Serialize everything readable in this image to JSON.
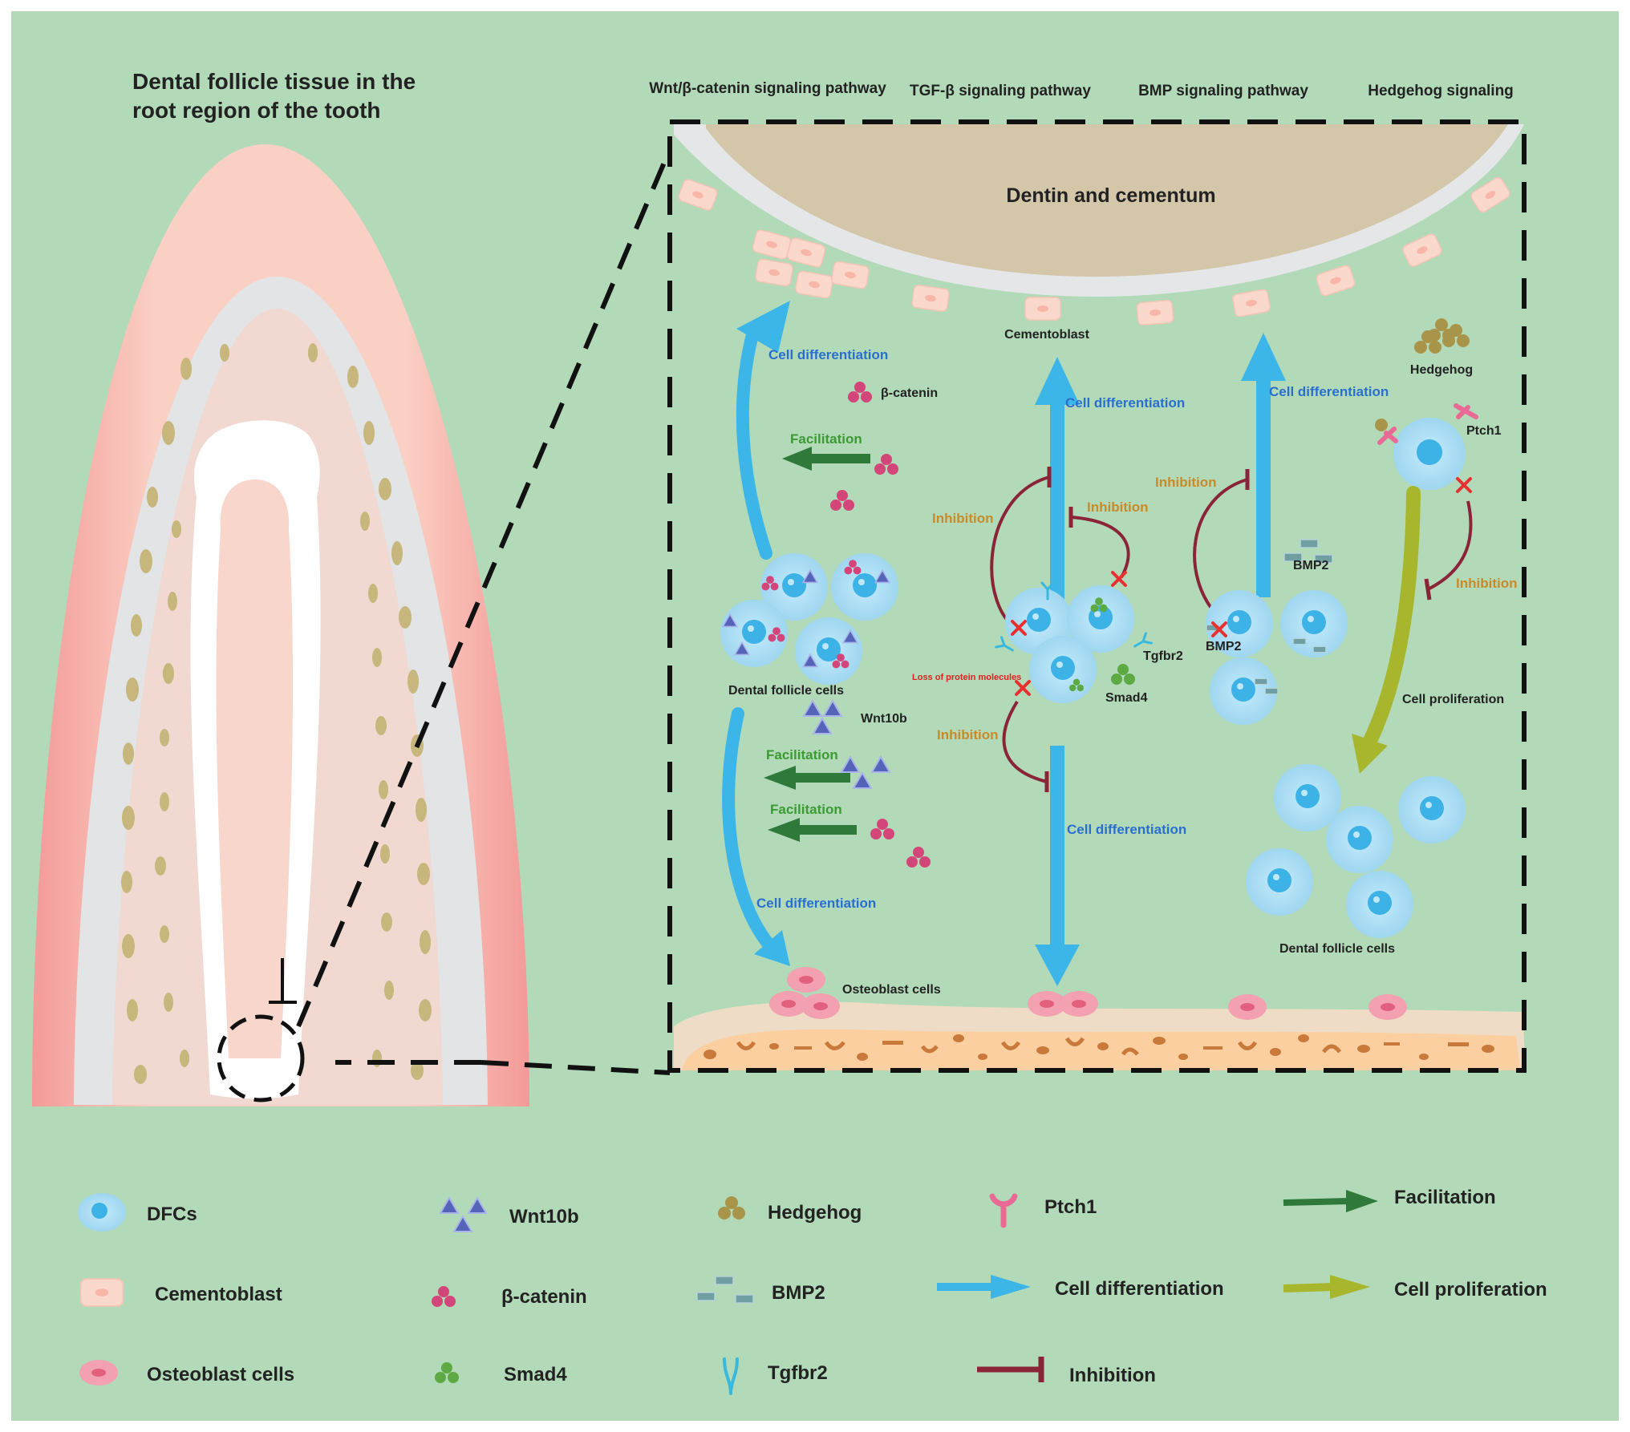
{
  "title": "Dental follicle tissue in the root region of the tooth",
  "title_lines": [
    "Dental follicle tissue in the",
    "root region of the tooth"
  ],
  "pathways": {
    "wnt": "Wnt/β-catenin signaling pathway",
    "tgf": "TGF-β signaling pathway",
    "bmp": "BMP signaling pathway",
    "hedgehog": "Hedgehog signaling"
  },
  "labels": {
    "dentin": "Dentin and cementum",
    "cementoblast": "Cementoblast",
    "cell_differentiation": "Cell differentiation",
    "beta_catenin": "β-catenin",
    "facilitation": "Facilitation",
    "inhibition": "Inhibition",
    "dental_follicle_cells": "Dental follicle cells",
    "wnt10b": "Wnt10b",
    "osteoblast_cells": "Osteoblast cells",
    "tgfbr2": "Tgfbr2",
    "smad4": "Smad4",
    "loss_of_protein": "Loss of protein molecules",
    "bmp2": "BMP2",
    "hedgehog": "Hedgehog",
    "ptch1": "Ptch1",
    "cell_proliferation": "Cell proliferation"
  },
  "legend": {
    "dfcs": "DFCs",
    "cementoblast": "Cementoblast",
    "osteoblast": "Osteoblast cells",
    "wnt10b": "Wnt10b",
    "beta_catenin": "β-catenin",
    "smad4": "Smad4",
    "hedgehog": "Hedgehog",
    "bmp2": "BMP2",
    "tgfbr2": "Tgfbr2",
    "ptch1": "Ptch1",
    "cell_differentiation": "Cell differentiation",
    "inhibition": "Inhibition",
    "facilitation": "Facilitation",
    "cell_proliferation": "Cell proliferation"
  },
  "colors": {
    "background": "#b2dab8",
    "dfc": "#a8dbf3",
    "dfc_nucleus": "#3cb2e6",
    "cementoblast": "#fbd8cc",
    "osteoblast": "#f3a0b0",
    "beta_catenin": "#d4467a",
    "wnt10b": "#5564b8",
    "smad4": "#5daa44",
    "hedgehog": "#a9954a",
    "bmp2": "#6f9fa2",
    "tgfbr2": "#3ab8dc",
    "ptch1": "#ea6a96",
    "differentiation_arrow": "#3cb6e8",
    "facilitation_arrow": "#2f7a3a",
    "proliferation_arrow": "#a8b62e",
    "inhibition": "#8a2438"
  }
}
